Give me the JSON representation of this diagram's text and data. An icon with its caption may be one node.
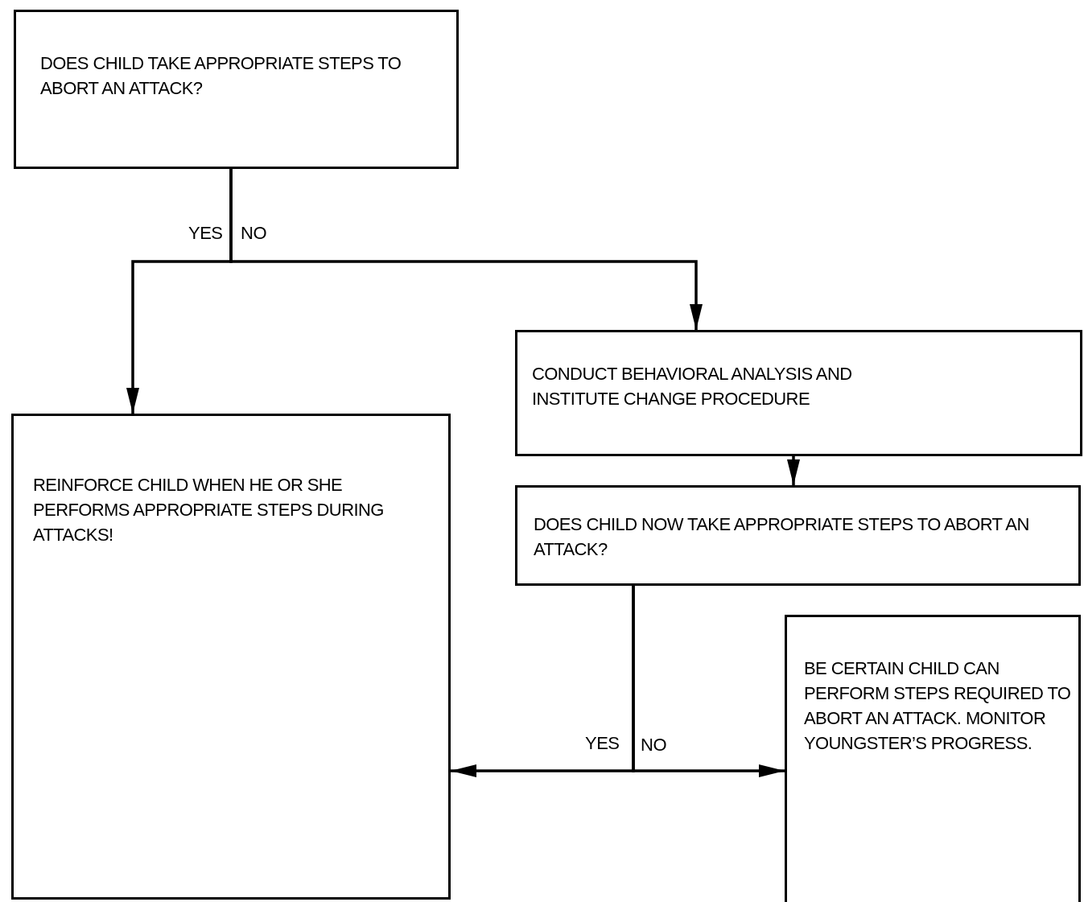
{
  "diagram": {
    "nodes": [
      {
        "text": [
          "DOES CHILD TAKE APPROPRIATE STEPS TO ABORT AN ATTACK?"
        ]
      },
      {
        "text": [
          "REINFORCE CHILD WHEN HE OR SHE PERFORMS APPROPRIATE STEPS DURING ATTACKS!"
        ]
      },
      {
        "text": [
          "CONDUCT BEHAVIORAL ANALYSIS AND INSTITUTE CHANGE PROCEDURE"
        ]
      },
      {
        "text": [
          "DOES CHILD NOW TAKE APPROPRIATE STEPS TO ABORT AN ATTACK?"
        ]
      },
      {
        "text": [
          "BE CERTAIN CHILD CAN PERFORM STEPS REQUIRED TO ABORT AN ATTACK. MONITOR YOUNGSTER’S PROGRESS."
        ]
      }
    ],
    "edges": [
      {
        "from": 0,
        "to": 1,
        "arrow": "to",
        "label": "YES"
      },
      {
        "from": 0,
        "to": 2,
        "arrow": "to",
        "label": "NO"
      },
      {
        "from": 2,
        "to": 3,
        "arrow": "to"
      },
      {
        "from": 3,
        "to": 1,
        "arrow": "to",
        "label": "YES"
      },
      {
        "from": 3,
        "to": 4,
        "arrow": "to",
        "label": "NO"
      }
    ]
  }
}
